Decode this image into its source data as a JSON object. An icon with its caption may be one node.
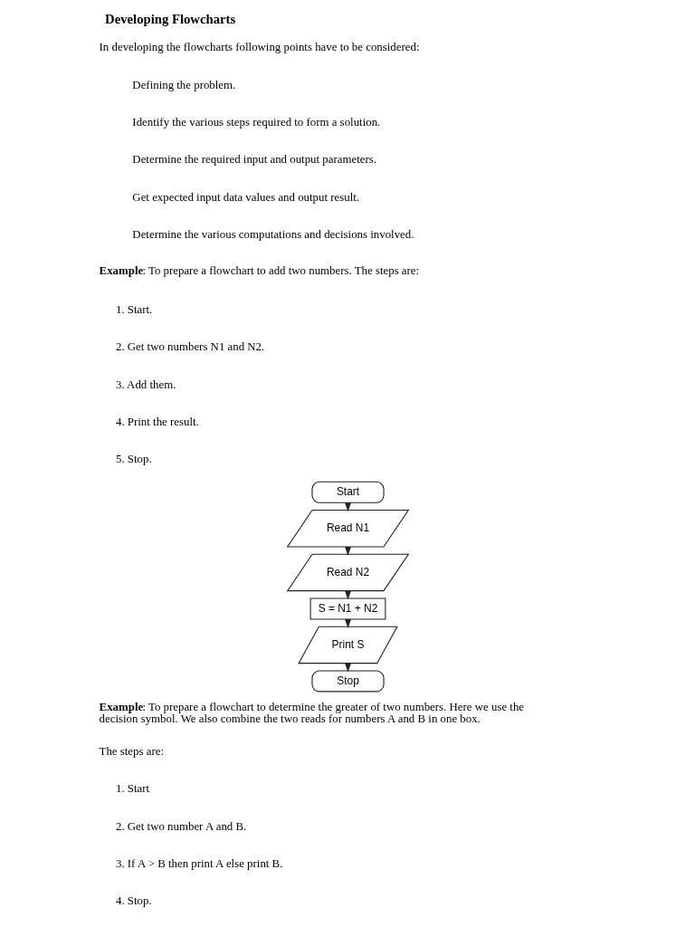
{
  "diagram": {
    "title": "Developing Flowcharts",
    "nodes": [
      {
        "text": [
          "Start"
        ]
      },
      {
        "text": [
          "Read N1"
        ]
      },
      {
        "text": [
          "Read N2"
        ]
      },
      {
        "text": [
          "S = N1 + N2"
        ]
      },
      {
        "text": [
          "Print S"
        ]
      },
      {
        "text": [
          "Stop"
        ]
      }
    ],
    "edges": [
      {
        "from": 0,
        "to": 1,
        "arrow": "to"
      },
      {
        "from": 1,
        "to": 2,
        "arrow": "to"
      },
      {
        "from": 2,
        "to": 3,
        "arrow": "to"
      },
      {
        "from": 3,
        "to": 4,
        "arrow": "to"
      },
      {
        "from": 4,
        "to": 5,
        "arrow": "to"
      }
    ],
    "labels": [
      "In developing the flowcharts following points have to be considered:",
      "Defining the problem.",
      "Identify the various steps required to form a solution.",
      "Determine the required input and output parameters.",
      "Get expected input data values and output result.",
      "Determine the various computations and decisions involved.",
      "**Example**: To prepare a flowchart to add two numbers. The steps are:",
      "1. Start.",
      "2. Get two numbers N1 and N2.",
      "3. Add them.",
      "4. Print the result.",
      "5. Stop.",
      "**Example**: To prepare a flowchart to determine the greater of two numbers. Here we use the decision symbol. We also combine the two reads for numbers A and B in one box.",
      "The steps are:",
      "1. Start",
      "2. Get two number A and B.",
      "3. If A > B then print A else print B.",
      "4. Stop."
    ]
  }
}
